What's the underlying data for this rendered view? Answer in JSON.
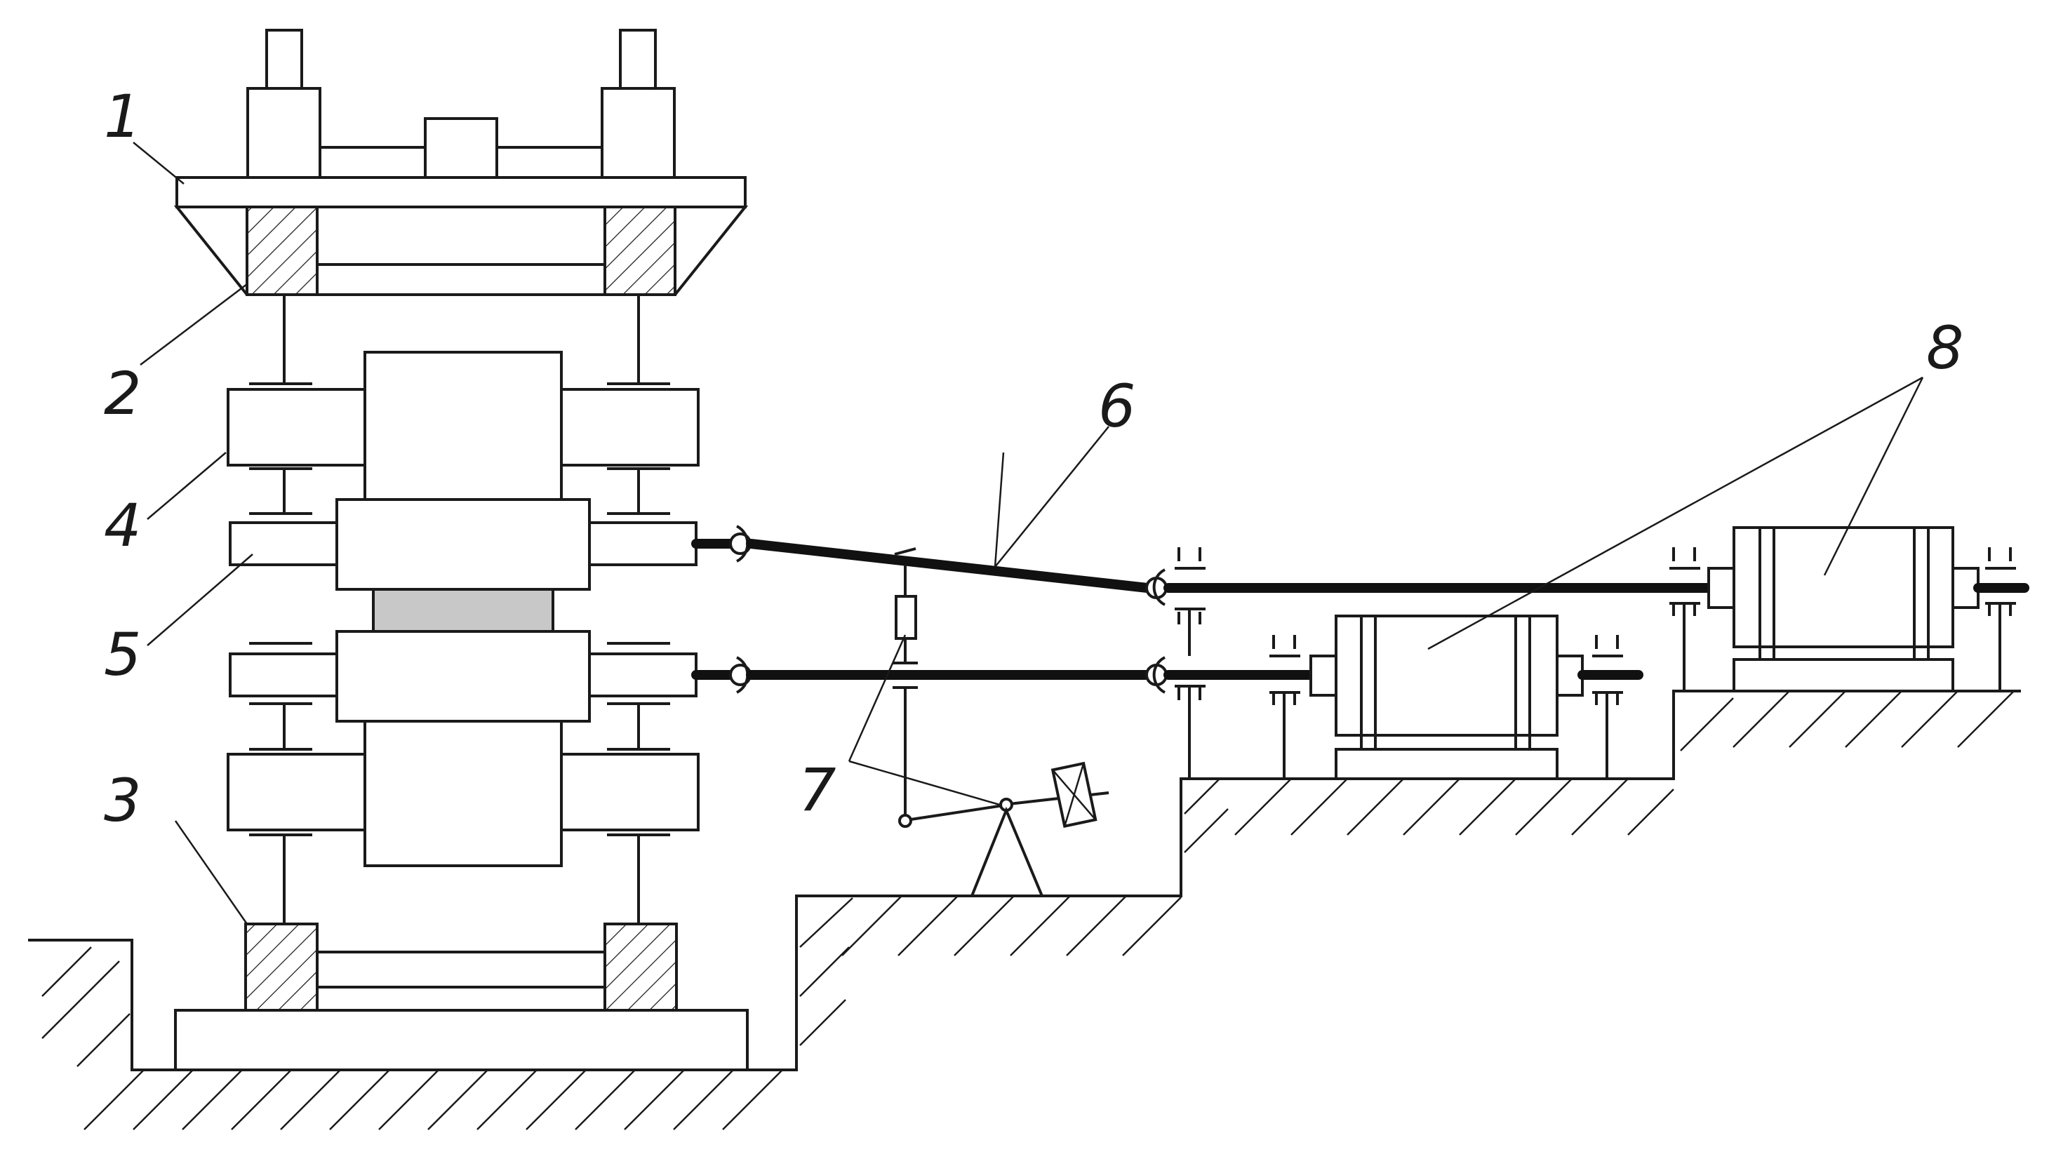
{
  "figure": {
    "title": "",
    "background": "#ffffff",
    "line_color": "#1a1a1a",
    "slab_color": "#c8c8c8"
  },
  "labels": {
    "l1": "1",
    "l2": "2",
    "l3": "3",
    "l4": "4",
    "l5": "5",
    "l6": "6",
    "l7": "7",
    "l8": "8"
  }
}
